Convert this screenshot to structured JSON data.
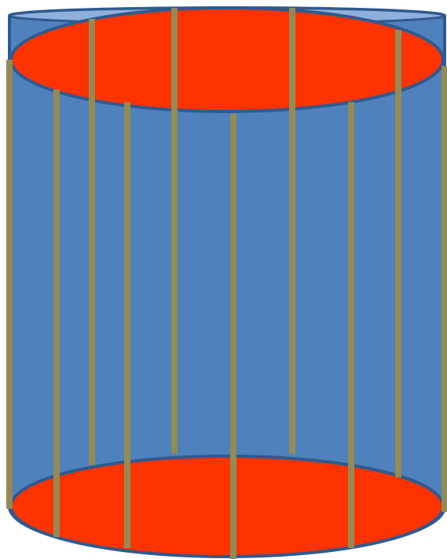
{
  "diagram": {
    "shape": "cylinder",
    "colors": {
      "body_fill": "#4f81bd",
      "body_stroke": "#2f5a8f",
      "top_rim_highlight": "#8fb0dd",
      "disc_fill": "#ff3300",
      "disc_stroke": "#2f5a8f",
      "rod_color": "#948a54",
      "background": "#ffffff"
    },
    "discs": [
      {
        "name": "top-disc"
      },
      {
        "name": "bottom-disc"
      }
    ],
    "rods": [
      {
        "name": "rod-1"
      },
      {
        "name": "rod-2"
      },
      {
        "name": "rod-3"
      },
      {
        "name": "rod-4"
      },
      {
        "name": "rod-5"
      },
      {
        "name": "rod-6"
      },
      {
        "name": "rod-7"
      },
      {
        "name": "rod-8"
      },
      {
        "name": "rod-9"
      },
      {
        "name": "rod-10"
      }
    ]
  }
}
